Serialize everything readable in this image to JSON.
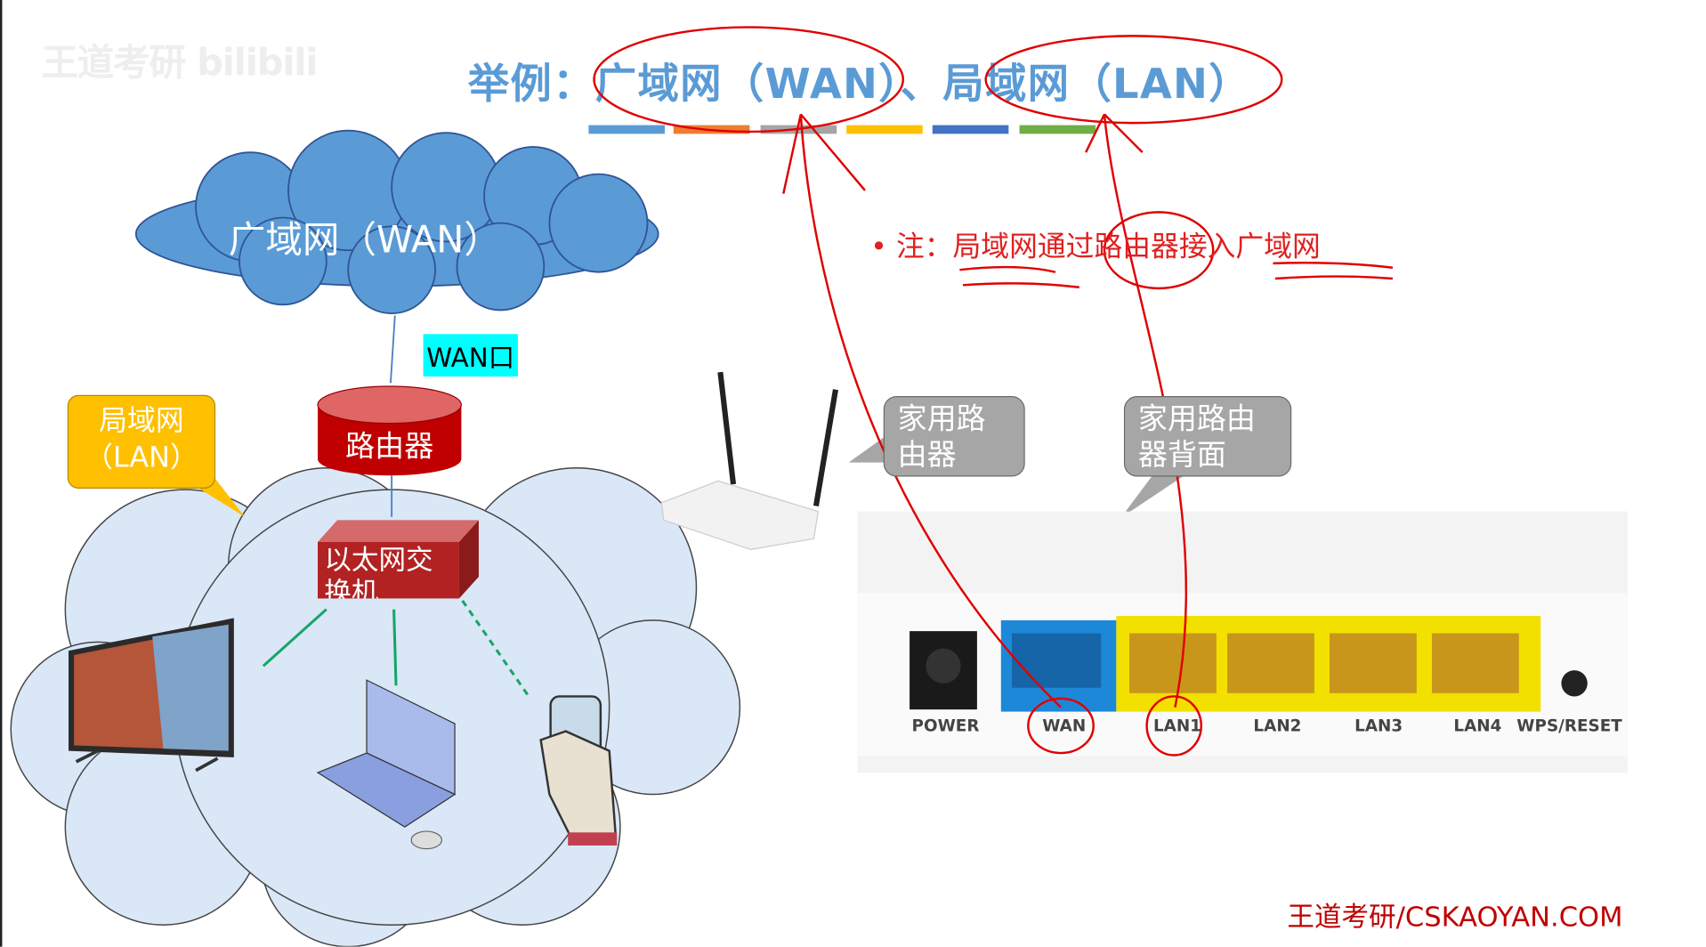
{
  "watermark_logo": "王道考研 bilibili",
  "title": {
    "text": "举例：广域网（WAN）、局域网（LAN）"
  },
  "color_bars": [
    "#5b9bd5",
    "#ed7d31",
    "#a5a5a5",
    "#ffc000",
    "#4472c4",
    "#70ad47"
  ],
  "diagram": {
    "wan_cloud_label": "广域网（WAN）",
    "wan_port_label": "WAN口",
    "router_label": "路由器",
    "lan_callout": "局域网（LAN）",
    "switch_label": "以太网交换机"
  },
  "photo_callouts": {
    "home_router": "家用路由器",
    "router_back": "家用路由器背面"
  },
  "router_ports": [
    "POWER",
    "WAN",
    "LAN1",
    "LAN2",
    "LAN3",
    "LAN4",
    "WPS/RESET"
  ],
  "note": {
    "bullet": "•",
    "text": "注：局域网通过路由器接入广域网"
  },
  "footer_watermark": "王道考研/CSKAOYAN.COM",
  "colors": {
    "title": "#5b9bd5",
    "annotation": "#e00000",
    "wan_port": "#1e88d8",
    "lan_port": "#f2e000"
  }
}
